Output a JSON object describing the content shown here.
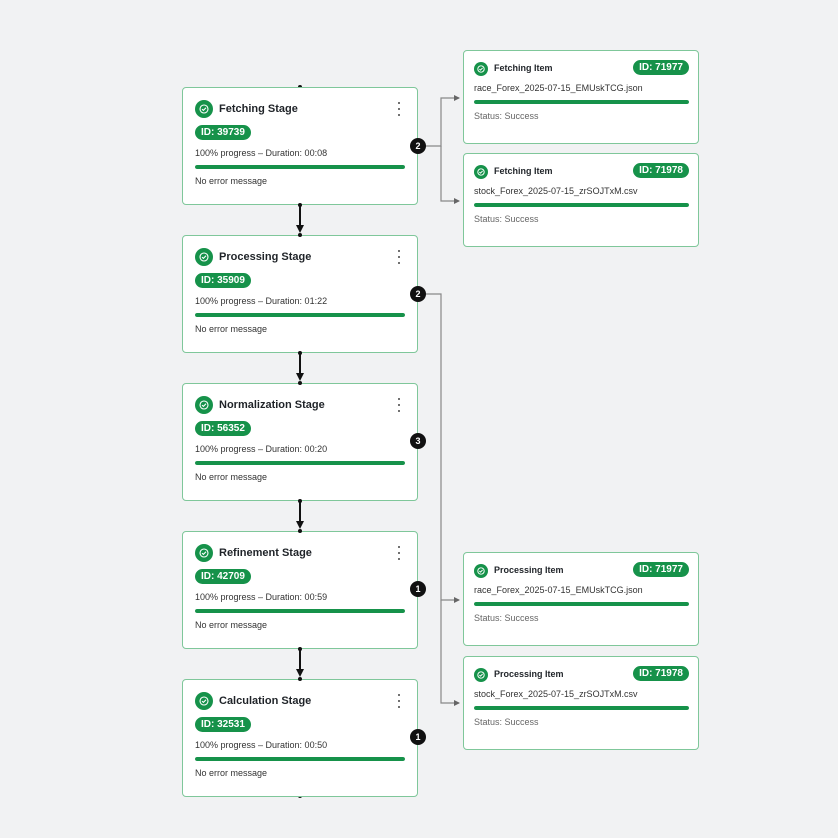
{
  "stages": [
    {
      "title": "Fetching Stage",
      "id": "ID: 39739",
      "meta": "100% progress – Duration: 00:08",
      "progress": 100,
      "error": "No error message",
      "count": "2"
    },
    {
      "title": "Processing Stage",
      "id": "ID: 35909",
      "meta": "100% progress – Duration: 01:22",
      "progress": 100,
      "error": "No error message",
      "count": "2"
    },
    {
      "title": "Normalization Stage",
      "id": "ID: 56352",
      "meta": "100% progress – Duration: 00:20",
      "progress": 100,
      "error": "No error message",
      "count": "3"
    },
    {
      "title": "Refinement Stage",
      "id": "ID: 42709",
      "meta": "100% progress – Duration: 00:59",
      "progress": 100,
      "error": "No error message",
      "count": "1"
    },
    {
      "title": "Calculation Stage",
      "id": "ID: 32531",
      "meta": "100% progress – Duration: 00:50",
      "progress": 100,
      "error": "No error message",
      "count": "1"
    }
  ],
  "items": [
    {
      "title": "Fetching Item",
      "id": "ID: 71977",
      "file": "race_Forex_2025-07-15_EMUskTCG.json",
      "progress": 100,
      "status": "Status: Success"
    },
    {
      "title": "Fetching Item",
      "id": "ID: 71978",
      "file": "stock_Forex_2025-07-15_zrSOJTxM.csv",
      "progress": 100,
      "status": "Status: Success"
    },
    {
      "title": "Processing Item",
      "id": "ID: 71977",
      "file": "race_Forex_2025-07-15_EMUskTCG.json",
      "progress": 100,
      "status": "Status: Success"
    },
    {
      "title": "Processing Item",
      "id": "ID: 71978",
      "file": "stock_Forex_2025-07-15_zrSOJTxM.csv",
      "progress": 100,
      "status": "Status: Success"
    }
  ],
  "colors": {
    "accent": "#16924a",
    "border": "#7fc79a",
    "background": "#f1f2f3",
    "badge": "#111111"
  },
  "icons": {
    "stage": "check-circle-icon",
    "menu": "kebab-menu-icon"
  }
}
